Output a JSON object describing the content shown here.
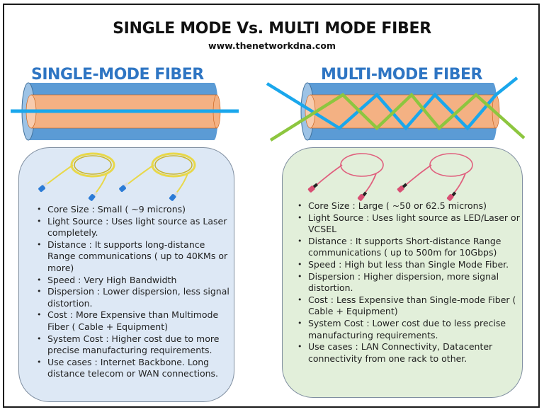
{
  "header": {
    "title": "SINGLE MODE Vs. MULTI MODE FIBER",
    "website": "www.thenetworkdna.com"
  },
  "colors": {
    "section_title": "#2e75c3",
    "cladding": "#5b9bd5",
    "core": "#f4b183",
    "single_mode_ray": "#1aa7ec",
    "multi_mode_ray_blue": "#1aa7ec",
    "multi_mode_ray_green": "#8dc63f",
    "single_panel_bg": "#dde8f5",
    "multi_panel_bg": "#e2efda",
    "single_cable": "#e8d84a",
    "single_connector": "#2b7bd6",
    "multi_cable": "#e0607e",
    "multi_connector": "#d94f73"
  },
  "single_mode": {
    "heading": "SINGLE-MODE FIBER",
    "cable_icon": "yellow-lc-patch-cable-icon",
    "features": [
      {
        "text": "Core Size : Small ( ~9 microns)"
      },
      {
        "text": "Light Source : Uses light source as Laser completely."
      },
      {
        "text": "Distance : It supports long-distance Range communications ( up to 40KMs or more)"
      },
      {
        "text": "Speed : Very High Bandwidth"
      },
      {
        "text": "Dispersion : Lower dispersion, less signal distortion."
      },
      {
        "text": "Cost : More Expensive than Multimode Fiber ( Cable + Equipment)"
      },
      {
        "text": "System Cost : Higher cost due to more precise manufacturing requirements."
      },
      {
        "text": "Use cases : Internet Backbone. Long distance telecom or WAN connections."
      }
    ]
  },
  "multi_mode": {
    "heading": "MULTI-MODE FIBER",
    "cable_icon": "pink-mpo-patch-cable-icon",
    "features": [
      {
        "text": "Core Size : Large ( ~50 or 62.5 microns)"
      },
      {
        "text": "Light Source : Uses light source as LED/Laser or VCSEL"
      },
      {
        "text": "Distance : It supports Short-distance Range communications ( up to 500m for 10Gbps)"
      },
      {
        "text": "Speed : High but less than Single Mode Fiber."
      },
      {
        "text": "Dispersion : Higher dispersion, more signal distortion."
      },
      {
        "text": "Cost : Less Expensive than Single-mode Fiber ( Cable + Equipment)"
      },
      {
        "text": "System Cost : Lower cost due to less precise manufacturing requirements."
      },
      {
        "text": "Use cases : LAN Connectivity, Datacenter connectivity from one rack to other."
      }
    ]
  }
}
